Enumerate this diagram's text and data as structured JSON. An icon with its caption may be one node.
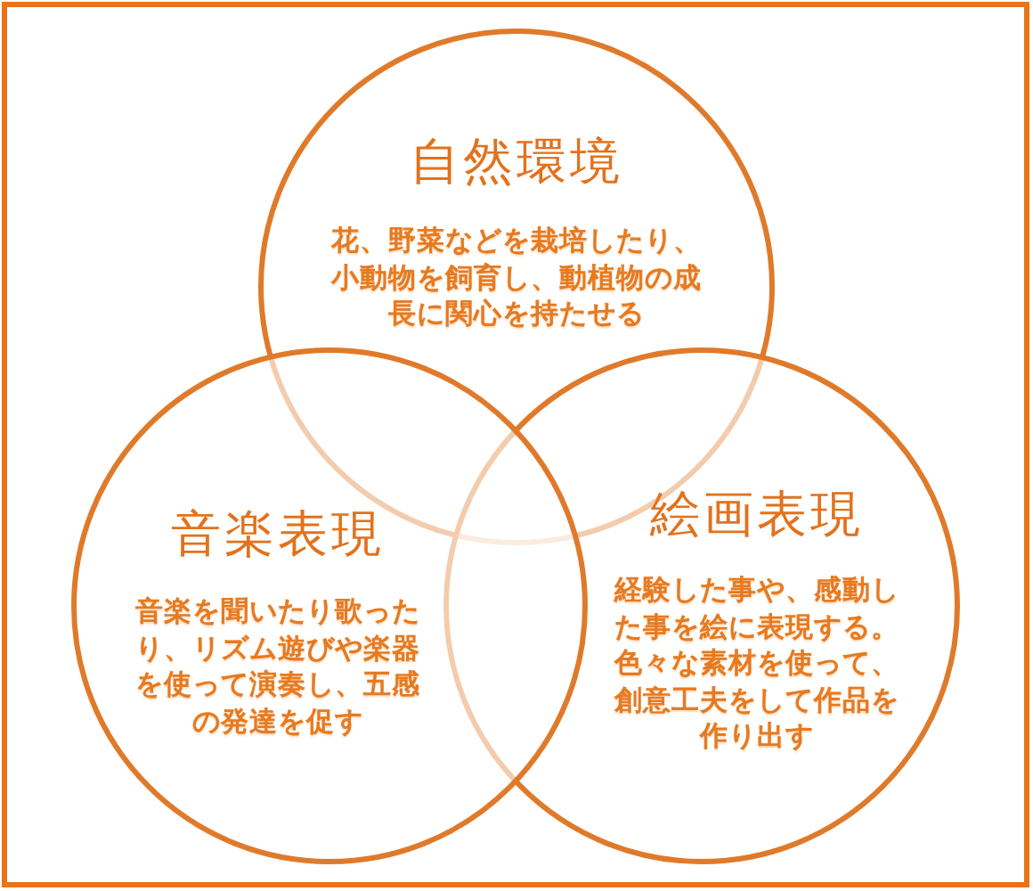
{
  "diagram": {
    "nodes": [
      {
        "text": [
          "自然環境",
          "花、野菜などを栽培したり、小動物を飼育し、動植物の成長に関心を持たせる"
        ]
      },
      {
        "text": [
          "音楽表現",
          "音楽を聞いたり歌ったり、リズム遊びや楽器を使って演奏し、五感の発達を促す"
        ]
      },
      {
        "text": [
          "絵画表現",
          "経験した事や、感動した事を絵に表現する。色々な素材を使って、創意工夫をして作品を作り出す"
        ]
      }
    ]
  }
}
